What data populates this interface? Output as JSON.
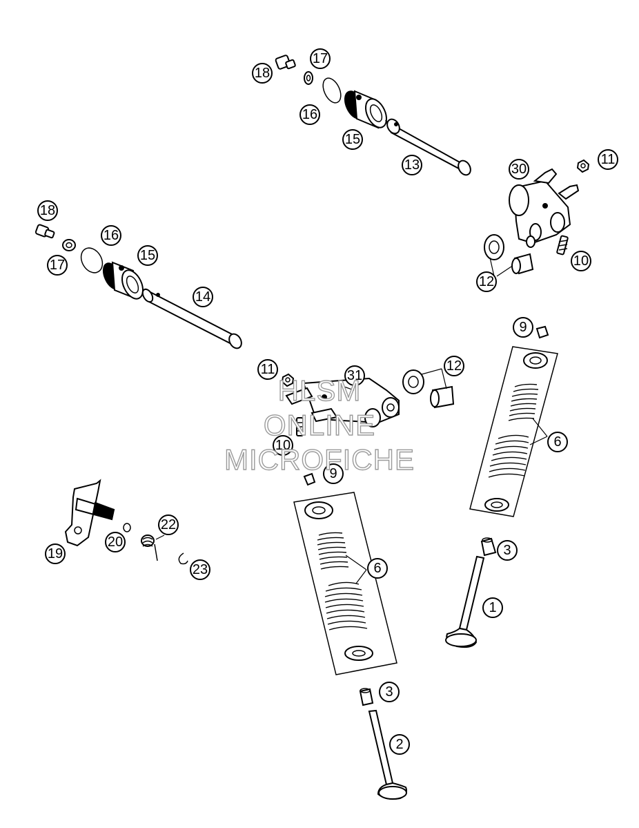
{
  "watermark": {
    "line1": "HLSM",
    "line2": "ONLINE",
    "line3": "MICROFICHE"
  },
  "callouts": [
    "18",
    "17",
    "16",
    "15",
    "13",
    "30",
    "11",
    "10",
    "12",
    "18",
    "16",
    "17",
    "15",
    "14",
    "9",
    "11",
    "31",
    "12",
    "6",
    "10",
    "9",
    "19",
    "20",
    "22",
    "23",
    "6",
    "3",
    "1",
    "3",
    "2"
  ]
}
